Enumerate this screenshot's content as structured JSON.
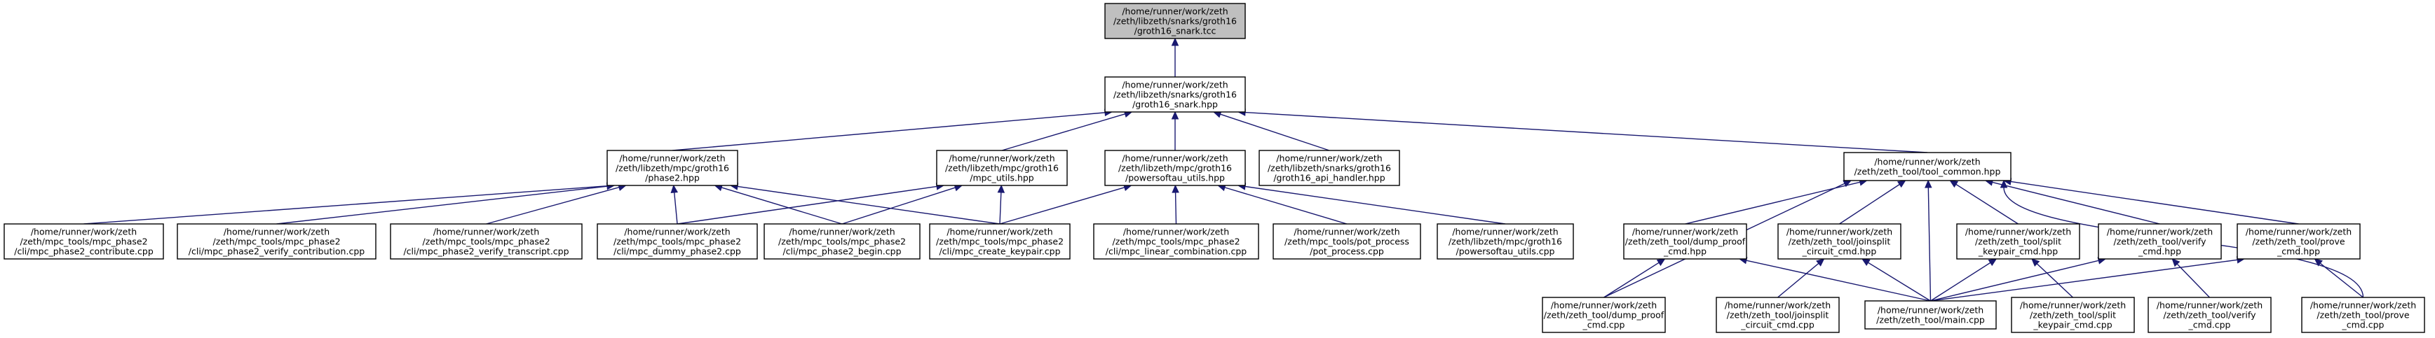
{
  "colors": {
    "edge": "#191970",
    "root_fill": "#bfbfbf",
    "node_fill": "#ffffff",
    "border": "#000000"
  },
  "nodes": [
    {
      "id": "n0",
      "lines": [
        "/home/runner/work/zeth",
        "/zeth/libzeth/snarks/groth16",
        "/groth16_snark.tcc"
      ],
      "root": true
    },
    {
      "id": "n1",
      "lines": [
        "/home/runner/work/zeth",
        "/zeth/libzeth/snarks/groth16",
        "/groth16_snark.hpp"
      ]
    },
    {
      "id": "n2",
      "lines": [
        "/home/runner/work/zeth",
        "/zeth/libzeth/mpc/groth16",
        "/phase2.hpp"
      ]
    },
    {
      "id": "n3",
      "lines": [
        "/home/runner/work/zeth",
        "/zeth/libzeth/mpc/groth16",
        "/mpc_utils.hpp"
      ]
    },
    {
      "id": "n4",
      "lines": [
        "/home/runner/work/zeth",
        "/zeth/libzeth/mpc/groth16",
        "/powersoftau_utils.hpp"
      ]
    },
    {
      "id": "n5",
      "lines": [
        "/home/runner/work/zeth",
        "/zeth/libzeth/snarks/groth16",
        "/groth16_api_handler.hpp"
      ]
    },
    {
      "id": "n6",
      "lines": [
        "/home/runner/work/zeth",
        "/zeth/zeth_tool/tool_common.hpp"
      ]
    },
    {
      "id": "n7",
      "lines": [
        "/home/runner/work/zeth",
        "/zeth/mpc_tools/mpc_phase2",
        "/cli/mpc_phase2_contribute.cpp"
      ]
    },
    {
      "id": "n8",
      "lines": [
        "/home/runner/work/zeth",
        "/zeth/mpc_tools/mpc_phase2",
        "/cli/mpc_phase2_verify_contribution.cpp"
      ]
    },
    {
      "id": "n9",
      "lines": [
        "/home/runner/work/zeth",
        "/zeth/mpc_tools/mpc_phase2",
        "/cli/mpc_phase2_verify_transcript.cpp"
      ]
    },
    {
      "id": "n10",
      "lines": [
        "/home/runner/work/zeth",
        "/zeth/mpc_tools/mpc_phase2",
        "/cli/mpc_dummy_phase2.cpp"
      ]
    },
    {
      "id": "n11",
      "lines": [
        "/home/runner/work/zeth",
        "/zeth/mpc_tools/mpc_phase2",
        "/cli/mpc_phase2_begin.cpp"
      ]
    },
    {
      "id": "n12",
      "lines": [
        "/home/runner/work/zeth",
        "/zeth/mpc_tools/mpc_phase2",
        "/cli/mpc_create_keypair.cpp"
      ]
    },
    {
      "id": "n13",
      "lines": [
        "/home/runner/work/zeth",
        "/zeth/mpc_tools/mpc_phase2",
        "/cli/mpc_linear_combination.cpp"
      ]
    },
    {
      "id": "n14",
      "lines": [
        "/home/runner/work/zeth",
        "/zeth/mpc_tools/pot_process",
        "/pot_process.cpp"
      ]
    },
    {
      "id": "n15",
      "lines": [
        "/home/runner/work/zeth",
        "/zeth/libzeth/mpc/groth16",
        "/powersoftau_utils.cpp"
      ]
    },
    {
      "id": "n16",
      "lines": [
        "/home/runner/work/zeth",
        "/zeth/zeth_tool/dump_proof",
        "_cmd.hpp"
      ]
    },
    {
      "id": "n17",
      "lines": [
        "/home/runner/work/zeth",
        "/zeth/zeth_tool/joinsplit",
        "_circuit_cmd.hpp"
      ]
    },
    {
      "id": "n18",
      "lines": [
        "/home/runner/work/zeth",
        "/zeth/zeth_tool/split",
        "_keypair_cmd.hpp"
      ]
    },
    {
      "id": "n19",
      "lines": [
        "/home/runner/work/zeth",
        "/zeth/zeth_tool/verify",
        "_cmd.hpp"
      ]
    },
    {
      "id": "n20",
      "lines": [
        "/home/runner/work/zeth",
        "/zeth/zeth_tool/prove",
        "_cmd.hpp"
      ]
    },
    {
      "id": "n21",
      "lines": [
        "/home/runner/work/zeth",
        "/zeth/zeth_tool/dump_proof",
        "_cmd.cpp"
      ]
    },
    {
      "id": "n22",
      "lines": [
        "/home/runner/work/zeth",
        "/zeth/zeth_tool/joinsplit",
        "_circuit_cmd.cpp"
      ]
    },
    {
      "id": "n23",
      "lines": [
        "/home/runner/work/zeth",
        "/zeth/zeth_tool/main.cpp"
      ]
    },
    {
      "id": "n24",
      "lines": [
        "/home/runner/work/zeth",
        "/zeth/zeth_tool/split",
        "_keypair_cmd.cpp"
      ]
    },
    {
      "id": "n25",
      "lines": [
        "/home/runner/work/zeth",
        "/zeth/zeth_tool/verify",
        "_cmd.cpp"
      ]
    },
    {
      "id": "n26",
      "lines": [
        "/home/runner/work/zeth",
        "/zeth/zeth_tool/prove",
        "_cmd.cpp"
      ]
    }
  ],
  "edges": [
    [
      "n1",
      "n0"
    ],
    [
      "n2",
      "n1"
    ],
    [
      "n3",
      "n1"
    ],
    [
      "n4",
      "n1"
    ],
    [
      "n5",
      "n1"
    ],
    [
      "n6",
      "n1"
    ],
    [
      "n7",
      "n2"
    ],
    [
      "n8",
      "n2"
    ],
    [
      "n9",
      "n2"
    ],
    [
      "n10",
      "n2"
    ],
    [
      "n11",
      "n2"
    ],
    [
      "n12",
      "n2"
    ],
    [
      "n10",
      "n3"
    ],
    [
      "n11",
      "n3"
    ],
    [
      "n12",
      "n3"
    ],
    [
      "n12",
      "n4"
    ],
    [
      "n13",
      "n4"
    ],
    [
      "n14",
      "n4"
    ],
    [
      "n15",
      "n4"
    ],
    [
      "n16",
      "n6"
    ],
    [
      "n17",
      "n6"
    ],
    [
      "n18",
      "n6"
    ],
    [
      "n19",
      "n6"
    ],
    [
      "n20",
      "n6"
    ],
    [
      "n21",
      "n6"
    ],
    [
      "n23",
      "n6"
    ],
    [
      "n26",
      "n6"
    ],
    [
      "n21",
      "n16"
    ],
    [
      "n23",
      "n16"
    ],
    [
      "n22",
      "n17"
    ],
    [
      "n23",
      "n17"
    ],
    [
      "n23",
      "n18"
    ],
    [
      "n24",
      "n18"
    ],
    [
      "n23",
      "n19"
    ],
    [
      "n25",
      "n19"
    ],
    [
      "n23",
      "n20"
    ],
    [
      "n26",
      "n20"
    ]
  ]
}
